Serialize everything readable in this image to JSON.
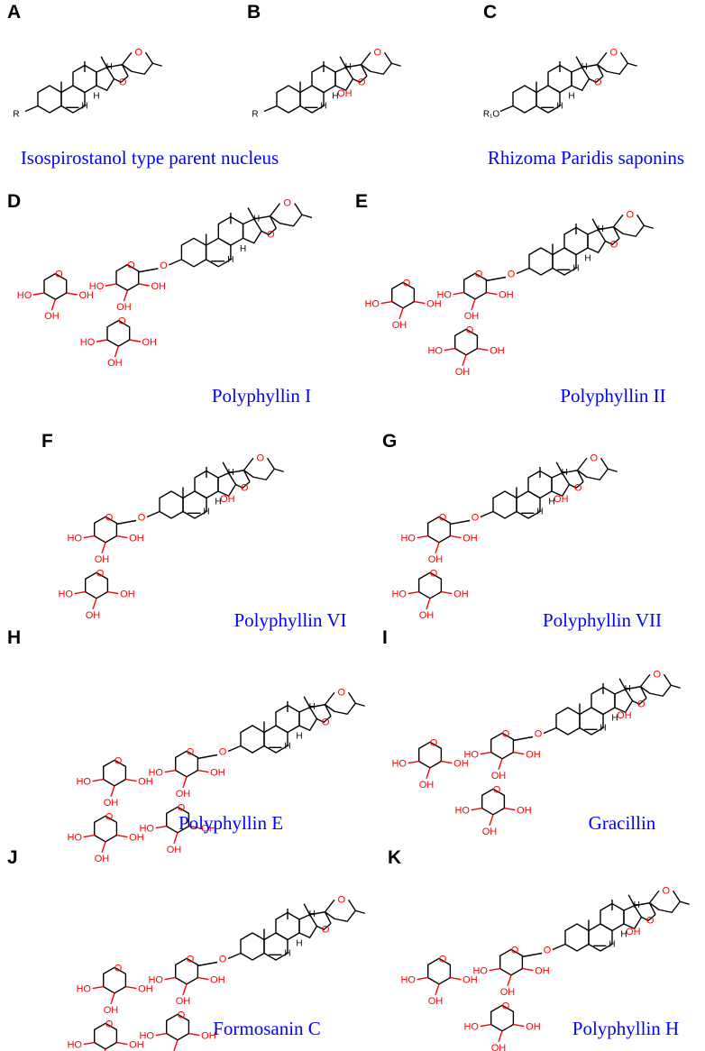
{
  "panels": [
    {
      "id": "A",
      "letter": "A",
      "caption": "",
      "variant": "aglycone",
      "substituent": "R",
      "oh14": false
    },
    {
      "id": "B",
      "letter": "B",
      "caption": "",
      "variant": "aglycone",
      "substituent": "R",
      "oh14": true
    },
    {
      "id": "C",
      "letter": "C",
      "caption": "",
      "variant": "aglycone",
      "substituent": "R₁O",
      "oh14": false
    },
    {
      "id": "D",
      "letter": "D",
      "caption": "Polyphyllin I",
      "variant": "trisaccharide",
      "oh14": false
    },
    {
      "id": "E",
      "letter": "E",
      "caption": "Polyphyllin II",
      "variant": "trisaccharide",
      "oh14": false
    },
    {
      "id": "F",
      "letter": "F",
      "caption": "Polyphyllin VI",
      "variant": "disaccharide",
      "oh14": true
    },
    {
      "id": "G",
      "letter": "G",
      "caption": "Polyphyllin VII",
      "variant": "disaccharide",
      "oh14": true
    },
    {
      "id": "H",
      "letter": "H",
      "caption": "Polyphyllin E",
      "variant": "tetrasaccharide",
      "oh14": false
    },
    {
      "id": "I",
      "letter": "I",
      "caption": "Gracillin",
      "variant": "trisaccharide-b",
      "oh14": true
    },
    {
      "id": "J",
      "letter": "J",
      "caption": "Formosanin C",
      "variant": "tetrasaccharide",
      "oh14": false
    },
    {
      "id": "K",
      "letter": "K",
      "caption": "Polyphyllin H",
      "variant": "trisaccharide",
      "oh14": true
    }
  ],
  "shared_captions": {
    "ab": "Isospirostanol type parent nucleus",
    "c": "Rhizoma Paridis saponins"
  },
  "labels": {
    "hydroxyl": "OH",
    "hydroxyl_left": "HO",
    "oxygen": "O",
    "hydrogen": "H"
  },
  "colors": {
    "caption": "#0000ff",
    "heteroatom": "#ff0000",
    "bond": "#000000"
  }
}
